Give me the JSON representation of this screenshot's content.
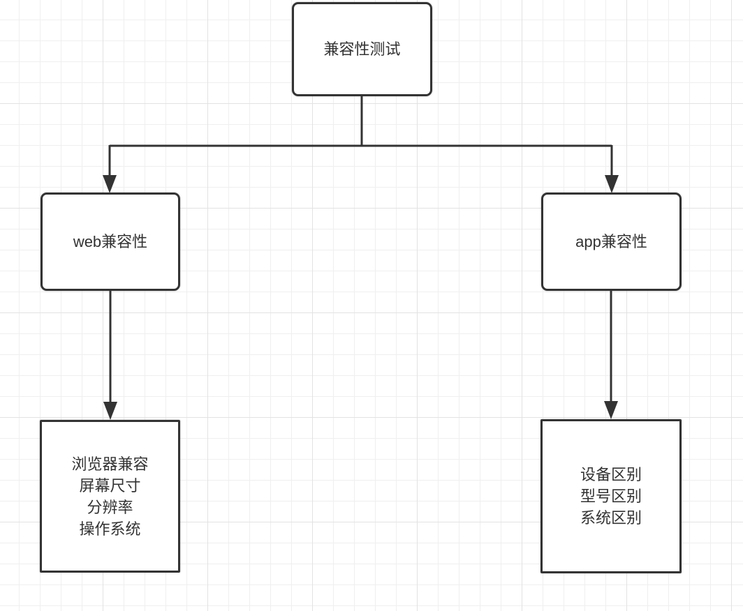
{
  "diagram": {
    "nodes": {
      "root": {
        "label": "兼容性测试"
      },
      "web": {
        "label": "web兼容性"
      },
      "app": {
        "label": "app兼容性"
      },
      "web_detail": {
        "lines": [
          "浏览器兼容",
          "屏幕尺寸",
          "分辨率",
          "操作系统"
        ]
      },
      "app_detail": {
        "lines": [
          "设备区别",
          "型号区别",
          "系统区别"
        ]
      }
    },
    "colors": {
      "node_border": "#333333",
      "node_fill": "#ffffff",
      "text": "#333333",
      "connector": "#333333",
      "grid_minor": "#efefef",
      "grid_major": "#e2e2e2",
      "canvas_bg": "#ffffff"
    }
  }
}
